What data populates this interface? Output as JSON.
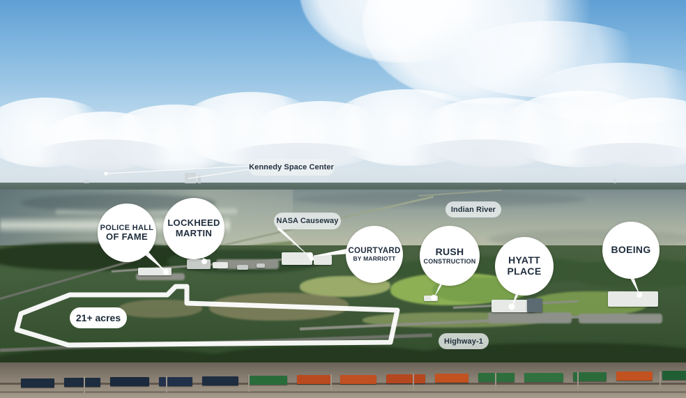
{
  "scene": {
    "title": "Aerial site map with location callouts",
    "parcel_label": "21+ acres"
  },
  "colors": {
    "callout_bg": "#ffffff",
    "callout_text": "#1f2d3d",
    "pill_bg": "rgba(238,241,243,0.80)",
    "pill_text": "#22313f",
    "parcel_outline": "#ffffff",
    "leader_line": "#ffffff",
    "sky_top": "#5f9fd4",
    "water": "#a9b2a2",
    "land": "#3b5535"
  },
  "circle_callouts": [
    {
      "id": "police-hall-of-fame",
      "line1": "POLICE HALL",
      "line2": "OF FAME",
      "subtext": ""
    },
    {
      "id": "lockheed-martin",
      "line1": "LOCKHEED",
      "line2": "MARTIN",
      "subtext": ""
    },
    {
      "id": "courtyard-by-marriott",
      "line1": "COURTYARD",
      "line2": "",
      "subtext": "BY MARRIOTT"
    },
    {
      "id": "rush-construction",
      "line1": "RUSH",
      "line2": "",
      "subtext": "CONSTRUCTION"
    },
    {
      "id": "hyatt-place",
      "line1": "HYATT",
      "line2": "PLACE",
      "subtext": ""
    },
    {
      "id": "boeing",
      "line1": "BOEING",
      "line2": "",
      "subtext": ""
    }
  ],
  "pill_labels": [
    {
      "id": "kennedy-space-center",
      "text": "Kennedy Space Center"
    },
    {
      "id": "nasa-causeway",
      "text": "NASA Causeway"
    },
    {
      "id": "indian-river",
      "text": "Indian River"
    },
    {
      "id": "highway-1",
      "text": "Highway-1"
    }
  ],
  "train": {
    "container_colors": [
      "#1d2c3e",
      "#1d2c3e",
      "#1b2a3c",
      "#22314a",
      "#1e2d40",
      "#2a6b3a",
      "#b94a20",
      "#c04f22",
      "#b5471f",
      "#c2521f",
      "#2d6e3c",
      "#2f7240",
      "#2b6b3a",
      "#c2521f",
      "#1f5f33"
    ]
  }
}
